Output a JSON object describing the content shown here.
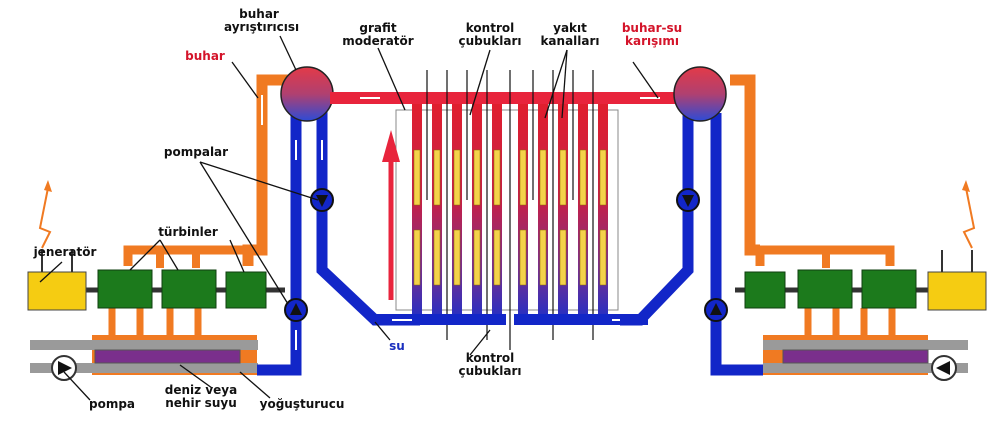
{
  "labels": {
    "buhar_ayristirici_1": "buhar",
    "buhar_ayristirici_2": "ayrıştırıcısı",
    "grafit_1": "grafit",
    "grafit_2": "moderatör",
    "kontrol_top_1": "kontrol",
    "kontrol_top_2": "çubukları",
    "yakit_1": "yakıt",
    "yakit_2": "kanalları",
    "karisim_1": "buhar-su",
    "karisim_2": "karışımı",
    "buhar": "buhar",
    "pompalar": "pompalar",
    "jenerator": "jeneratör",
    "turbinler": "türbinler",
    "su": "su",
    "kontrol_bot_1": "kontrol",
    "kontrol_bot_2": "çubukları",
    "pompa": "pompa",
    "deniz_1": "deniz veya",
    "deniz_2": "nehir suyu",
    "yogusturucu": "yoğuşturucu"
  },
  "colors": {
    "steam": "#f07a22",
    "water": "#1226c8",
    "hot": "#e8243c",
    "generator": "#f5cc12",
    "turbine": "#1c7a1c",
    "fuel": "#f4d24a",
    "purple": "#7a2f8c",
    "condenser": "#9a9a9a",
    "label_red": "#d4142a",
    "label_blue": "#1a2fbf"
  }
}
